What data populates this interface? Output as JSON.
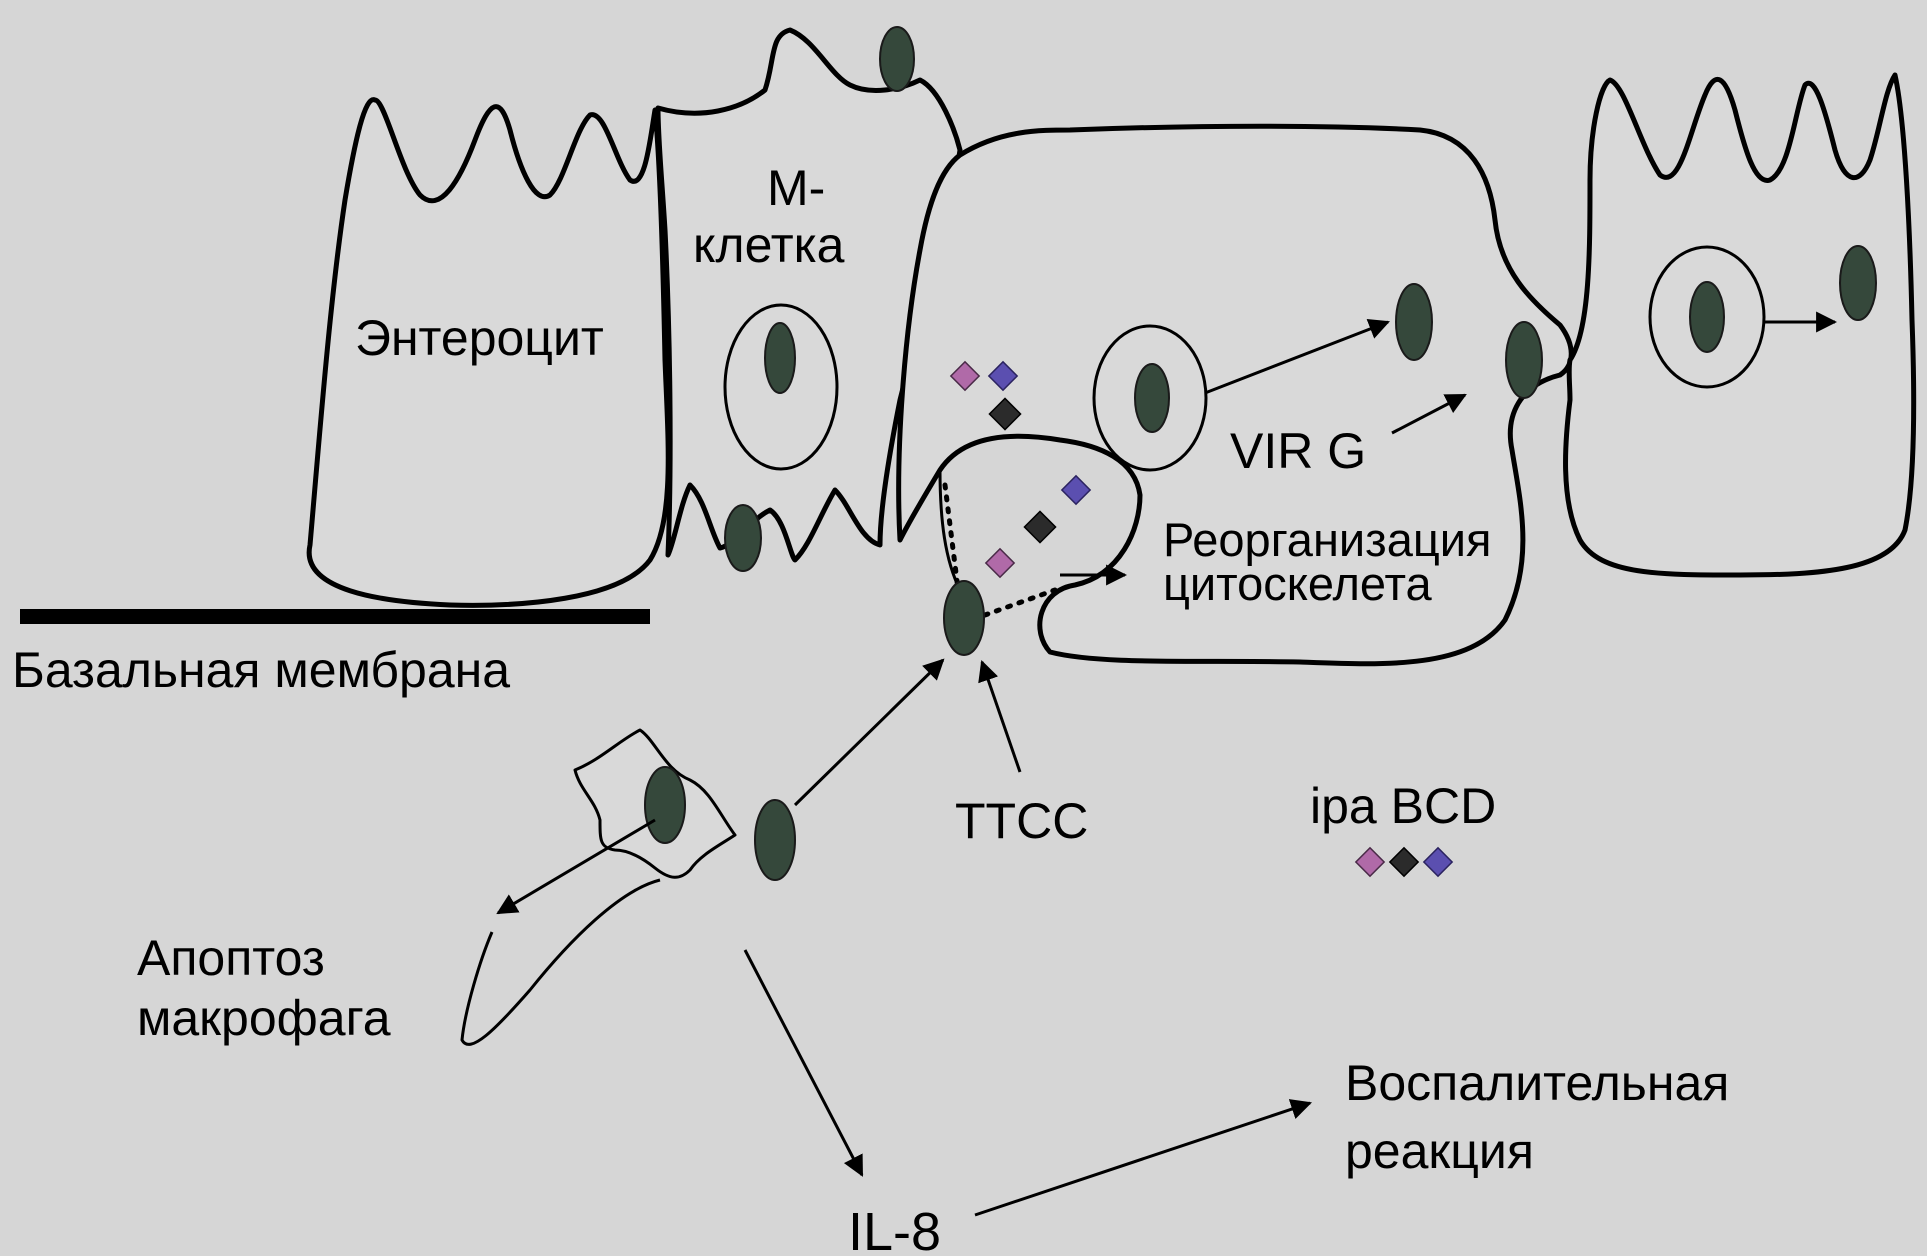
{
  "labels": {
    "enterocyte": "Энтероцит",
    "m_cell_line1": "М-",
    "m_cell_line2": "клетка",
    "basal_membrane": "Базальная мембрана",
    "virg": "VIR G",
    "reorg_line1": "Реорганизация",
    "reorg_line2": "цитоскелета",
    "ttcc": "TTCC",
    "ipa": "ipa BCD",
    "apoptosis_line1": "Апоптоз",
    "apoptosis_line2": "макрофага",
    "inflammation_line1": "Воспалительная",
    "inflammation_line2": "реакция",
    "il8": "IL-8"
  },
  "colors": {
    "background": "#d6d6d6",
    "bacterium": "#35483b",
    "ipa_b": "#b06aa8",
    "ipa_c": "#2b2b2b",
    "ipa_d": "#5b4fb0"
  }
}
